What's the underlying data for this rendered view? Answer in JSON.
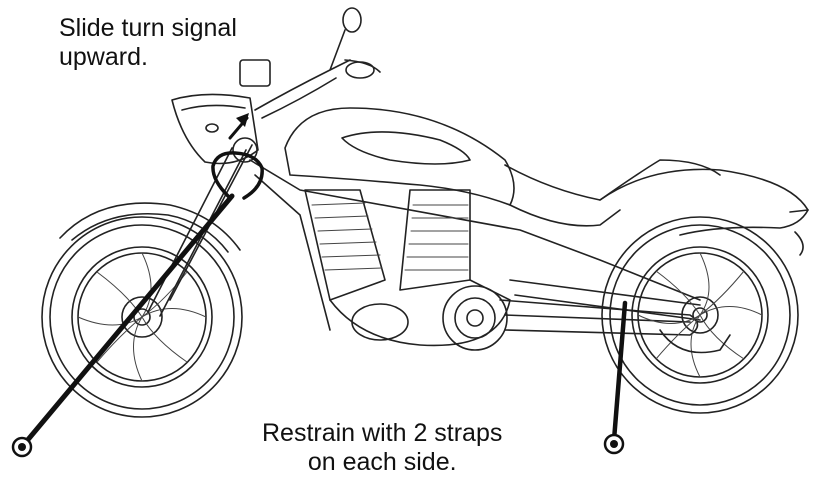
{
  "diagram": {
    "instruction_top": {
      "line1": "Slide turn signal",
      "line2": "upward."
    },
    "instruction_bottom": {
      "line1": "Restrain with 2 straps",
      "line2": "on each side."
    },
    "subject_icon": "motorcycle-line-drawing",
    "arrow_icon": "up-right-arrow-icon",
    "anchor_icon": "floor-anchor-icon",
    "line_color": "#222222",
    "strap_color": "#111111"
  }
}
